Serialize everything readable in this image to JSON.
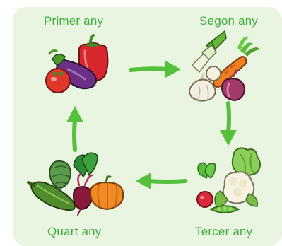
{
  "stages": [
    {
      "label": "Primer any",
      "icon": "nightshade-vegetables-icon"
    },
    {
      "label": "Segon any",
      "icon": "root-vegetables-icon"
    },
    {
      "label": "Tercer any",
      "icon": "brassica-vegetables-icon"
    },
    {
      "label": "Quart any",
      "icon": "cucurbit-leafy-vegetables-icon"
    }
  ],
  "colors": {
    "panel": "#eaf5e1",
    "label": "#3eae3e",
    "arrow": "#55c13a"
  }
}
